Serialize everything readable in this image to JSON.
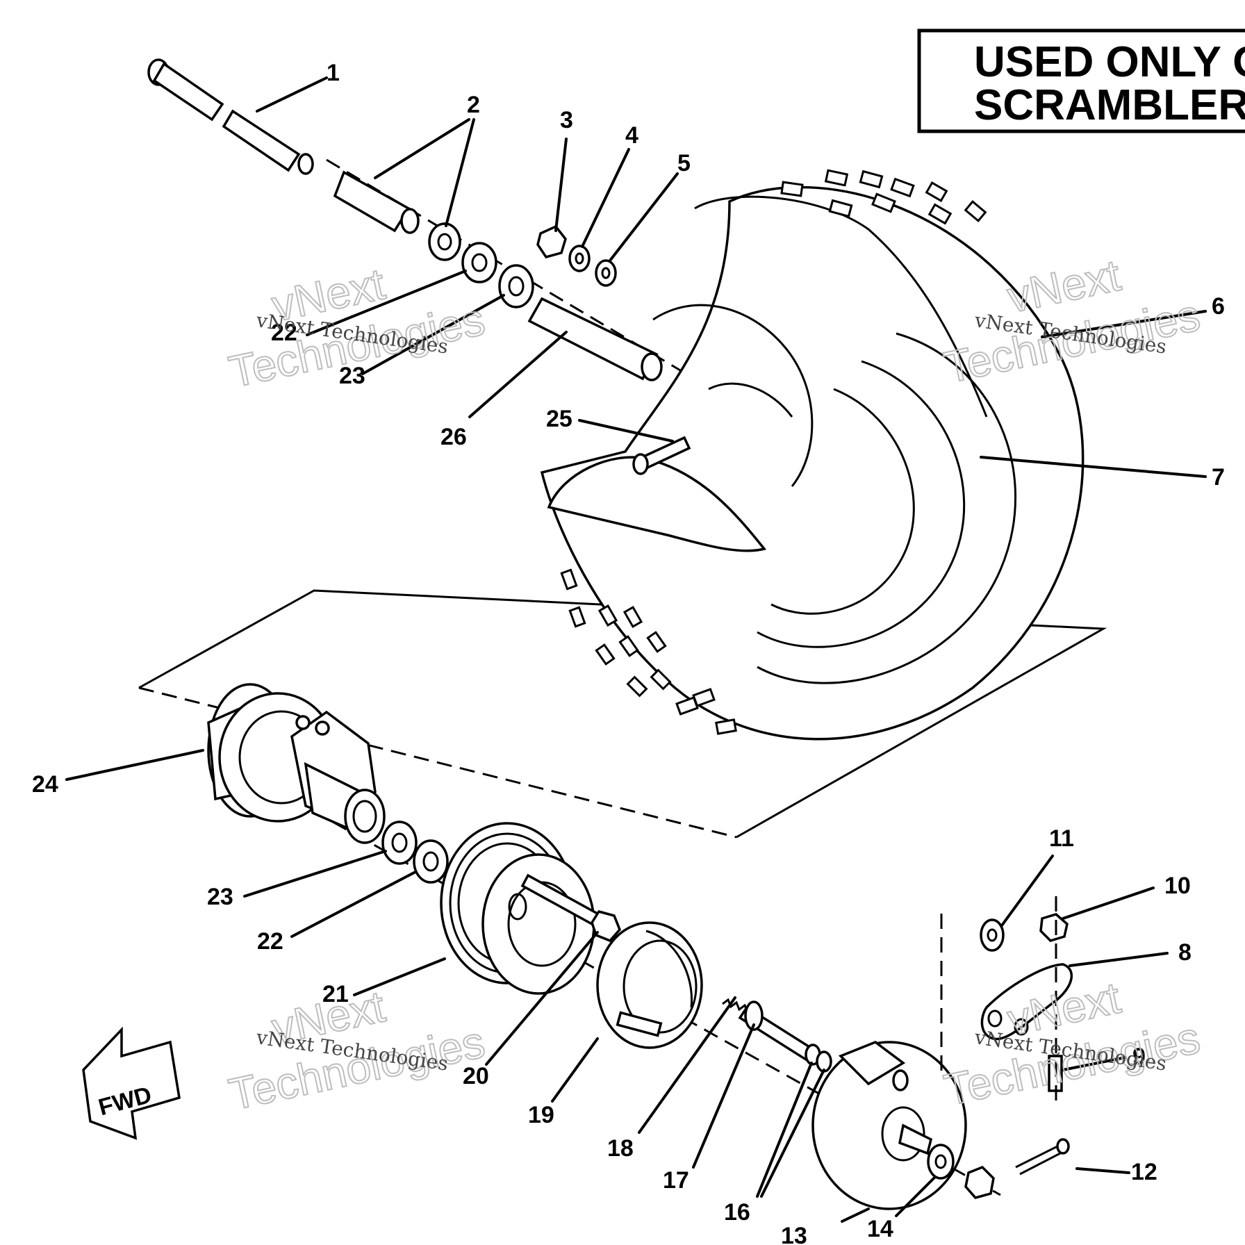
{
  "banner": {
    "line1": "USED ONLY O",
    "line2": "SCRAMBLER"
  },
  "fwd_label": "FWD",
  "watermark": {
    "line1": "vNext",
    "line2": "Technologies",
    "caption": "vNext Technologies"
  },
  "callouts": [
    {
      "id": "c1",
      "text": "1"
    },
    {
      "id": "c2",
      "text": "2"
    },
    {
      "id": "c3",
      "text": "3"
    },
    {
      "id": "c4",
      "text": "4"
    },
    {
      "id": "c5",
      "text": "5"
    },
    {
      "id": "c6",
      "text": "6"
    },
    {
      "id": "c7",
      "text": "7"
    },
    {
      "id": "c8",
      "text": "8"
    },
    {
      "id": "c9",
      "text": "9"
    },
    {
      "id": "c10",
      "text": "10"
    },
    {
      "id": "c11",
      "text": "11"
    },
    {
      "id": "c12",
      "text": "12"
    },
    {
      "id": "c13",
      "text": "13"
    },
    {
      "id": "c14",
      "text": "14"
    },
    {
      "id": "c16",
      "text": "16"
    },
    {
      "id": "c17",
      "text": "17"
    },
    {
      "id": "c18",
      "text": "18"
    },
    {
      "id": "c19",
      "text": "19"
    },
    {
      "id": "c20",
      "text": "20"
    },
    {
      "id": "c21",
      "text": "21"
    },
    {
      "id": "c22a",
      "text": "22"
    },
    {
      "id": "c23a",
      "text": "23"
    },
    {
      "id": "c22b",
      "text": "22"
    },
    {
      "id": "c23b",
      "text": "23"
    },
    {
      "id": "c24",
      "text": "24"
    },
    {
      "id": "c25",
      "text": "25"
    },
    {
      "id": "c26",
      "text": "26"
    }
  ]
}
